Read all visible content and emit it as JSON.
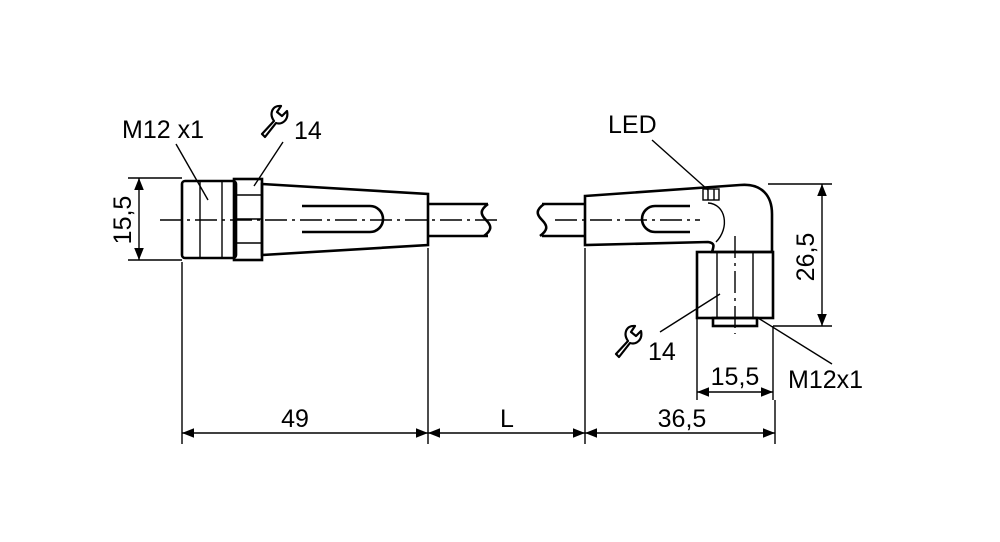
{
  "labels": {
    "left_thread": "M12 x1",
    "left_wrench": "14",
    "left_height": "15,5",
    "dim_left_length": "49",
    "dim_cable_length": "L",
    "led": "LED",
    "right_height": "26,5",
    "right_wrench": "14",
    "right_nut_width": "15,5",
    "right_thread": "M12x1",
    "dim_right_length": "36,5"
  },
  "icons": [
    "wrench-icon",
    "arrowhead"
  ]
}
